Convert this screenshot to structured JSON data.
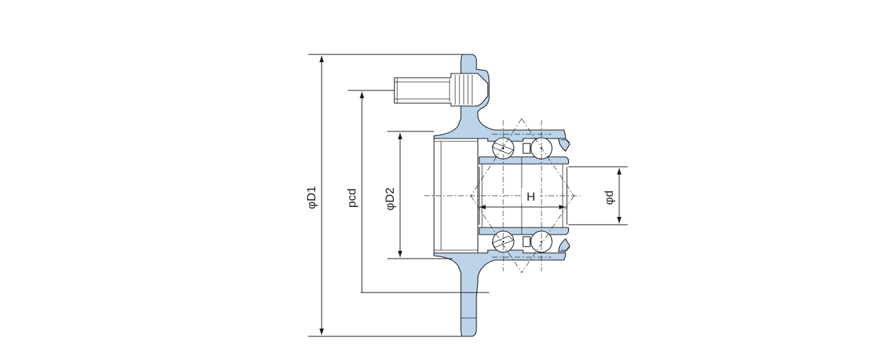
{
  "labels": {
    "outer_flange_diameter": "φD1",
    "pitch_circle_diameter": "pcd",
    "pilot_diameter": "φD2",
    "bore_diameter": "φd",
    "bearing_height": "H"
  },
  "colors": {
    "part_fill": "#bcd3ea",
    "line": "#1a1a1a",
    "background": "#ffffff"
  }
}
